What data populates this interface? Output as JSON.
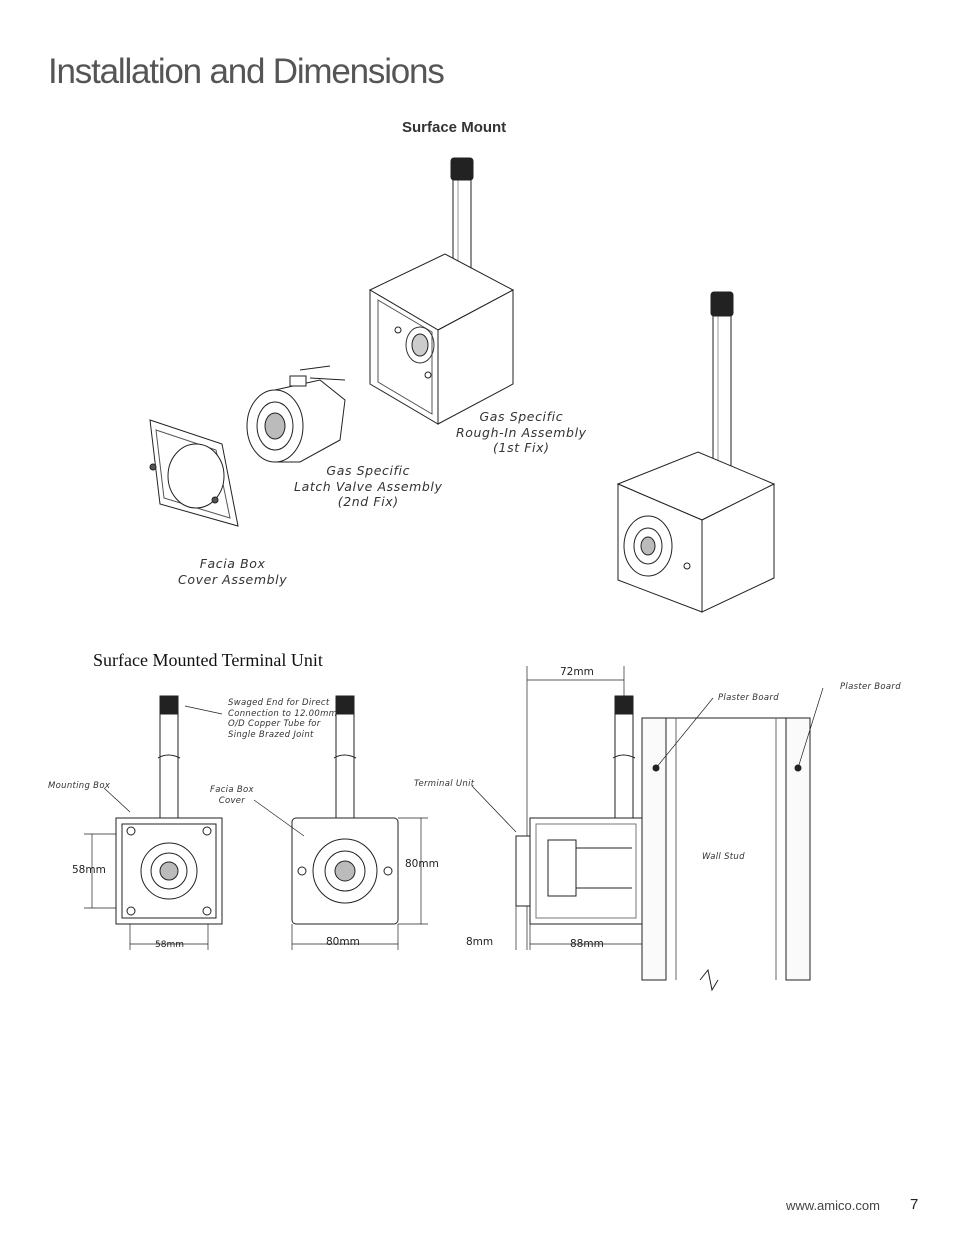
{
  "page": {
    "title": "Installation and Dimensions",
    "surface_mount_heading": "Surface Mount",
    "section_title": "Surface Mounted Terminal Unit",
    "footer_url": "www.amico.com",
    "page_number": "7"
  },
  "exploded_labels": {
    "rough_in": "Gas Specific\nRough-In Assembly\n(1st Fix)",
    "latch_valve": "Gas Specific\nLatch Valve Assembly\n(2nd Fix)",
    "facia_cover": "Facia Box\nCover Assembly"
  },
  "drawing_labels": {
    "swaged_end": "Swaged End for Direct\nConnection to 12.00mm\nO/D Copper Tube for\nSingle Brazed Joint",
    "mounting_box": "Mounting Box",
    "facia_box_cover": "Facia Box\nCover",
    "terminal_unit": "Terminal Unit",
    "plaster_board_1": "Plaster Board",
    "plaster_board_2": "Plaster Board",
    "wall_stud": "Wall Stud"
  },
  "dimensions": {
    "front_height": "58mm",
    "front_width": "58mm",
    "cover_height": "80mm",
    "cover_width": "80mm",
    "side_top": "72mm",
    "side_face": "8mm",
    "side_depth": "88mm"
  }
}
